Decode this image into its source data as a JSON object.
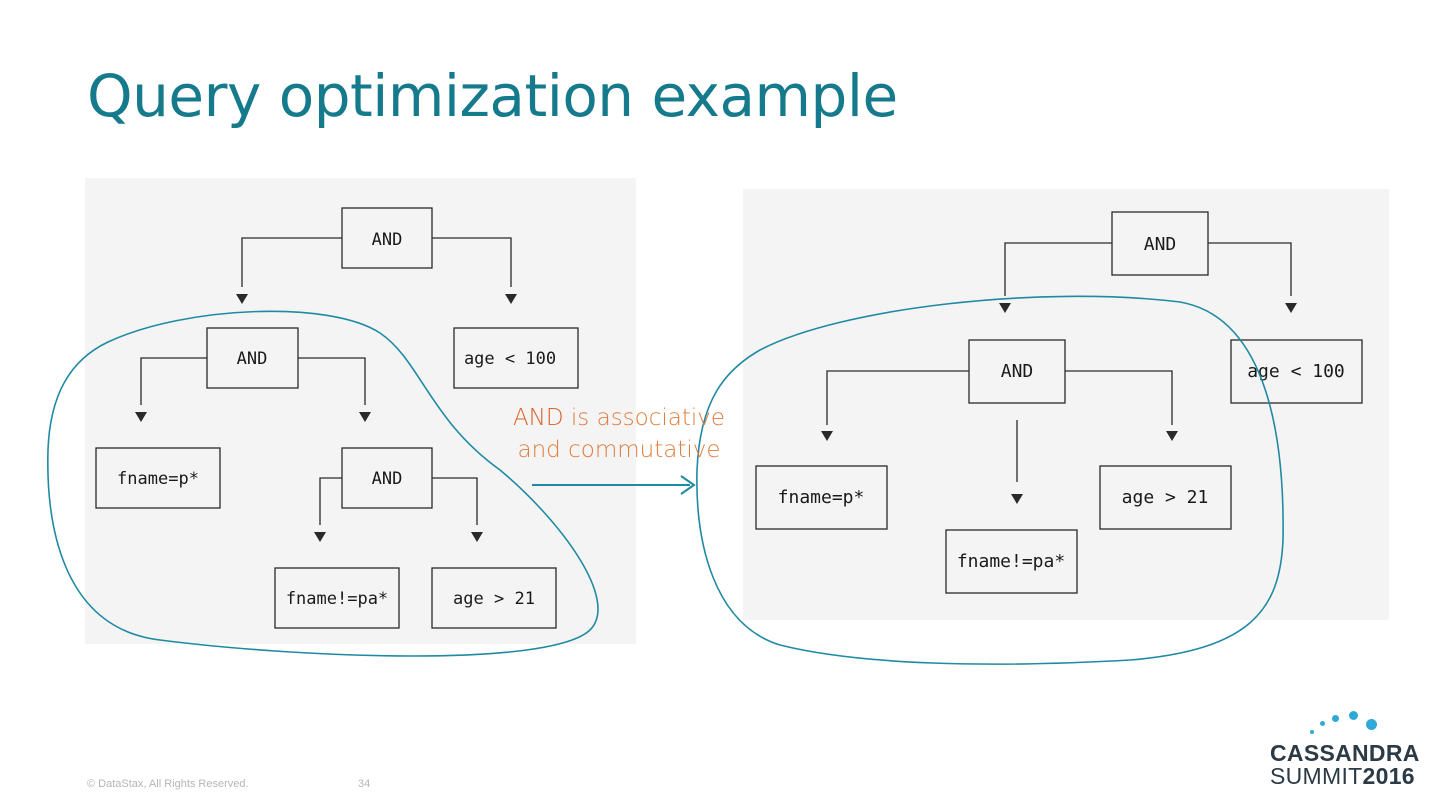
{
  "slide": {
    "title": "Query optimization example",
    "footer_copyright": "© DataStax, All Rights Reserved.",
    "page_number": "34"
  },
  "left_tree": {
    "root": "AND",
    "inner_and": "AND",
    "deep_and": "AND",
    "leaf_fname": "fname=p*",
    "leaf_fname_not": "fname!=pa*",
    "leaf_age_gt": "age > 21",
    "leaf_age_lt": "age < 100"
  },
  "right_tree": {
    "root": "AND",
    "inner_and": "AND",
    "leaf_fname": "fname=p*",
    "leaf_fname_not": "fname!=pa*",
    "leaf_age_gt": "age > 21",
    "leaf_age_lt": "age < 100"
  },
  "annotation": {
    "keyword": "AND",
    "line1_rest": " is associative",
    "line2": "and commutative"
  },
  "logo": {
    "line1": "CASSANDRA",
    "line2_prefix": "SUMMIT",
    "line2_year": "2016"
  },
  "colors": {
    "title": "#147a8c",
    "outline": "#1f8aa3",
    "annotation": "#e07b3a",
    "logo_dots": "#2fa9d8"
  }
}
